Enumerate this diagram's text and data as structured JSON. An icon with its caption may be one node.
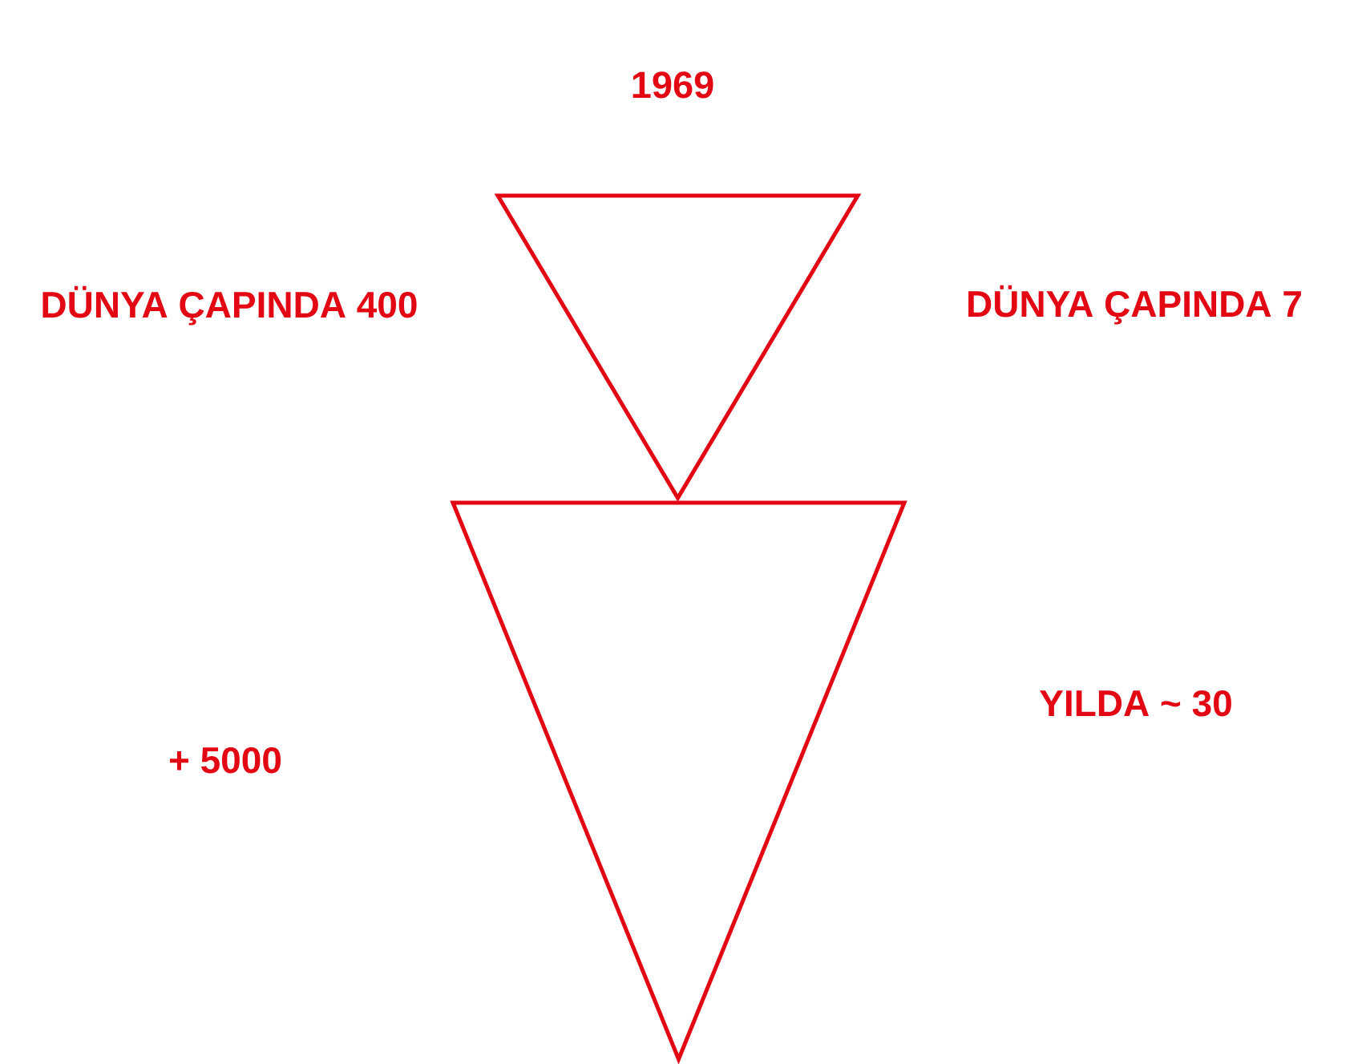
{
  "diagram": {
    "nodes": [
      {
        "text": [],
        "shape": "triangle"
      },
      {
        "text": [],
        "shape": "triangle"
      }
    ],
    "labels": [
      "1969",
      "DÜNYA ÇAPINDA 400",
      "DÜNYA ÇAPINDA 7",
      "YILDA ~ 30",
      "+ 5000"
    ]
  }
}
